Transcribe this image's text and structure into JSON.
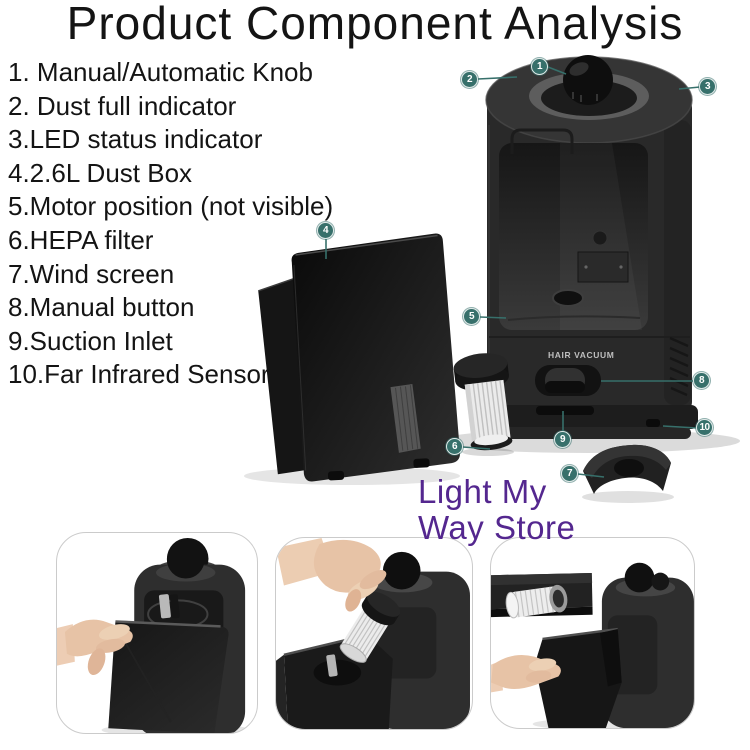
{
  "title": "Product Component Analysis",
  "components": [
    "1. Manual/Automatic Knob",
    "2. Dust full indicator",
    "3.LED status indicator",
    "4.2.6L Dust Box",
    "5.Motor position (not visible)",
    "6.HEPA filter",
    "7.Wind screen",
    "8.Manual button",
    "9.Suction Inlet",
    "10.Far Infrared Sensor"
  ],
  "callouts": [
    "1",
    "2",
    "3",
    "4",
    "5",
    "6",
    "7",
    "8",
    "9",
    "10"
  ],
  "product": {
    "brand_label": "HAIR VACUUM",
    "type": "hair vacuum station"
  },
  "store": {
    "line1": "Light My",
    "line2": "Way Store"
  },
  "colors": {
    "callout_badge": "#37706b",
    "store_text": "#54278f",
    "title_text": "#141414",
    "list_text": "#141414",
    "device_body": "#292929",
    "filter_white": "#ebebeb",
    "hand_skin": "#e7c3a6",
    "card_border": "#cbcbcb",
    "background": "#ffffff"
  }
}
